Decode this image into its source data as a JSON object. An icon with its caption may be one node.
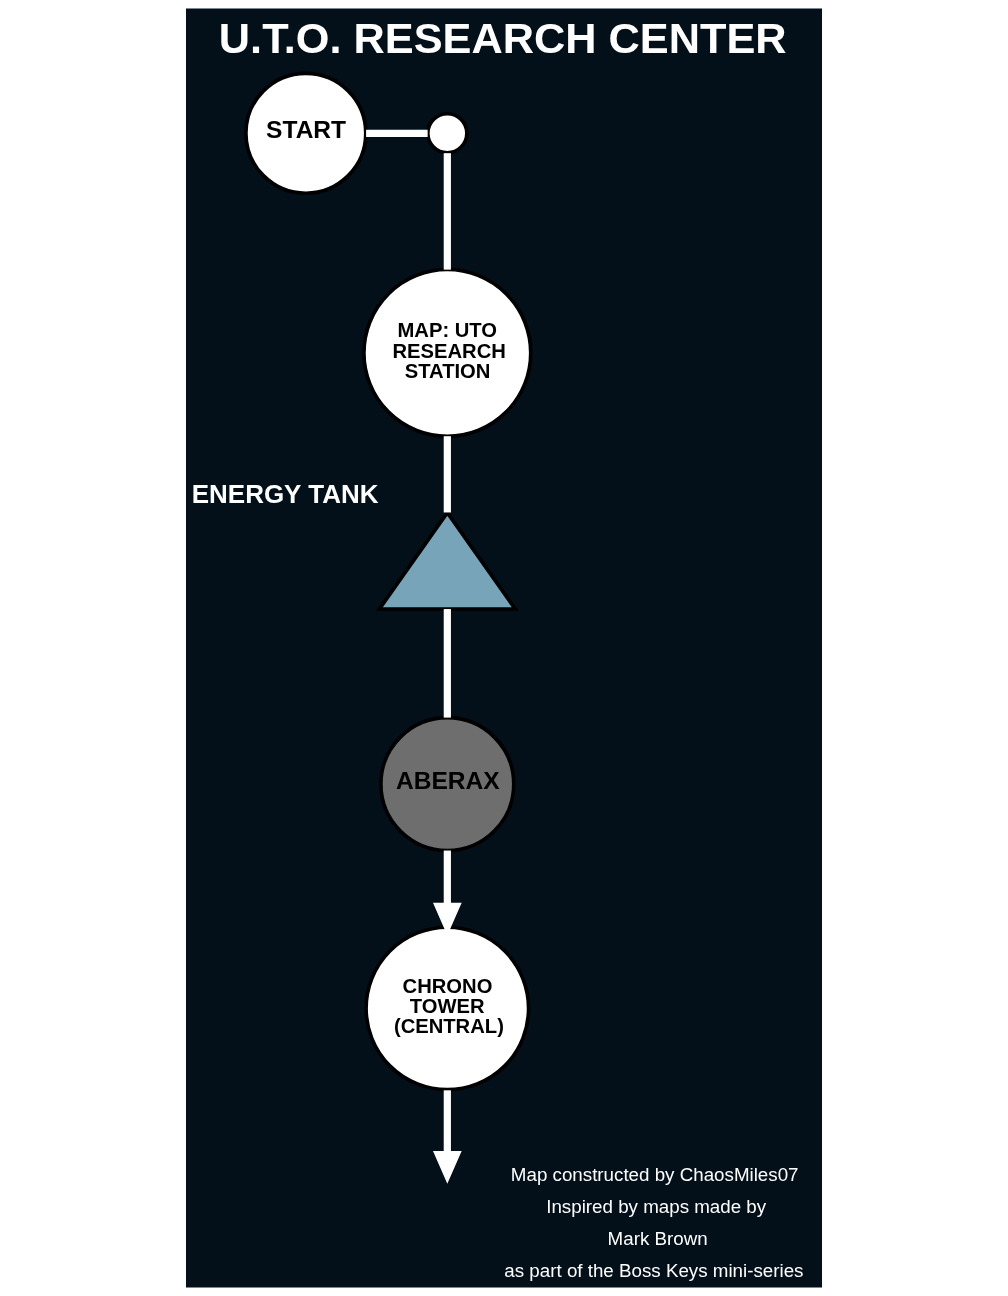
{
  "diagram": {
    "title": "U.T.O. RESEARCH CENTER",
    "nodes": [
      {
        "text": [
          "START"
        ]
      },
      {
        "text": [],
        "shape": "circle"
      },
      {
        "text": [
          "MAP: UTO RESEARCH STATION"
        ]
      },
      {
        "text": [],
        "shape": "triangle",
        "beside": [
          "ENERGY TANK"
        ]
      },
      {
        "text": [
          "ABERAX"
        ]
      },
      {
        "text": [
          "CHRONO TOWER (CENTRAL)"
        ]
      }
    ],
    "edges": [
      {
        "from": 0,
        "to": 1,
        "arrow": "none"
      },
      {
        "from": 1,
        "to": 2,
        "arrow": "none"
      },
      {
        "from": 2,
        "to": 3,
        "arrow": "none"
      },
      {
        "from": 3,
        "to": 4,
        "arrow": "none"
      },
      {
        "from": 4,
        "to": 5,
        "arrow": "to"
      },
      {
        "from": 5,
        "to": null,
        "arrow": "to"
      }
    ],
    "labels": [
      "Map constructed by ChaosMiles07",
      "Inspired by maps made by",
      "Mark Brown",
      "as part of the Boss Keys mini-series"
    ]
  }
}
